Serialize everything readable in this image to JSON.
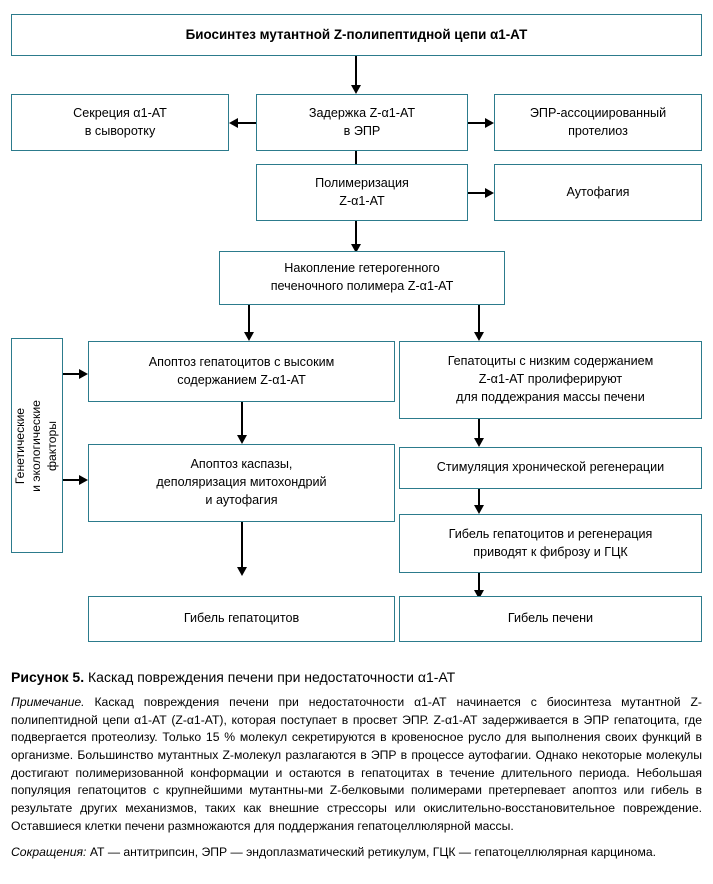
{
  "figure": {
    "border_color": "#2c7b8c",
    "arrow_color": "#000000",
    "title_prefix": "Рисунок 5.",
    "title_text": " Каскад повреждения печени при недостаточности α1-АТ",
    "note_label": "Примечание.",
    "note_text": " Каскад повреждения печени при недостаточности α1-АТ начинается с биосинтеза мутантной Z-полипептидной цепи α1-АТ (Z-α1-АТ), которая поступает в просвет ЭПР. Z-α1-АТ задерживается в ЭПР гепатоцита, где подвергается протеолизу. Только 15 % молекул секретируются в кровеносное русло для выполнения своих функций в организме. Большинство мутантных Z-молекул разлагаются в ЭПР в процессе аутофагии. Однако некоторые молекулы достигают полимеризованной конформации и остаются в гепатоцитах в течение длительного периода. Небольшая популяция гепатоцитов с крупнейшими мутантны-ми Z-белковыми полимерами претерпевает апоптоз или гибель в результате других механизмов, таких как внешние стрессоры или окислительно-восстановительное повреждение. Оставшиеся клетки печени размножаются для поддержания гепатоцеллюлярной массы.",
    "abbr_label": "Сокращения:",
    "abbr_text": " АТ — антитрипсин, ЭПР — эндоплазматический ретикулум, ГЦК — гепатоцеллюлярная карцинома."
  },
  "nodes": {
    "biosynthesis": {
      "line1": "Биосинтез мутантной Z-полипептидной цепи α1-АТ"
    },
    "secretion": {
      "line1": "Секреция α1-АТ",
      "line2": "в сыворотку"
    },
    "retention": {
      "line1": "Задержка Z-α1-АТ",
      "line2": "в ЭПР"
    },
    "er_proteolysis": {
      "line1": "ЭПР-ассоциированный",
      "line2": "протелиоз"
    },
    "polymerization": {
      "line1": "Полимеризация",
      "line2": "Z-α1-АТ"
    },
    "autophagy": {
      "line1": "Аутофагия"
    },
    "accumulation": {
      "line1": "Накопление гетерогенного",
      "line2": "печеночного полимера Z-α1-АТ"
    },
    "genetic_factors": {
      "line1": "Генетические",
      "line2": "и экологические",
      "line3": "факторы"
    },
    "apoptosis_high": {
      "line1": "Апоптоз гепатоцитов с высоким",
      "line2": "содержанием Z-α1-АТ"
    },
    "hepatocytes_low": {
      "line1": "Гепатоциты с низким содержанием",
      "line2": "Z-α1-АТ пролиферируют",
      "line3": "для поддежрания массы печени"
    },
    "caspase_apoptosis": {
      "line1": "Апоптоз каспазы,",
      "line2": "деполяризация митохондрий",
      "line3": "и аутофагия"
    },
    "chronic_regeneration": {
      "line1": "Стимуляция хронической регенерации"
    },
    "fibrosis_hcc": {
      "line1": "Гибель гепатоцитов и регенерация",
      "line2": "приводят к фиброзу и ГЦК"
    },
    "hepatocyte_death": {
      "line1": "Гибель гепатоцитов"
    },
    "liver_death": {
      "line1": "Гибель печени"
    }
  }
}
